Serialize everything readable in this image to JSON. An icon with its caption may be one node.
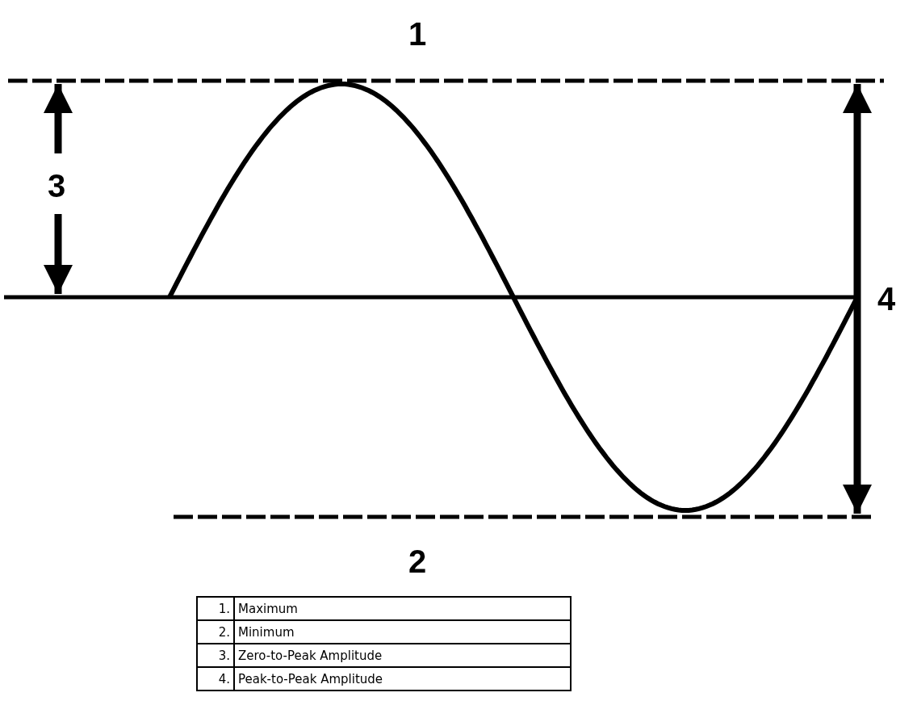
{
  "diagram": {
    "labels": [
      "1",
      "2",
      "3",
      "4",
      "1.",
      "Maximum",
      "2.",
      "Minimum",
      "3.",
      "Zero-to-Peak Amplitude",
      "4.",
      "Peak-to-Peak Amplitude"
    ]
  }
}
